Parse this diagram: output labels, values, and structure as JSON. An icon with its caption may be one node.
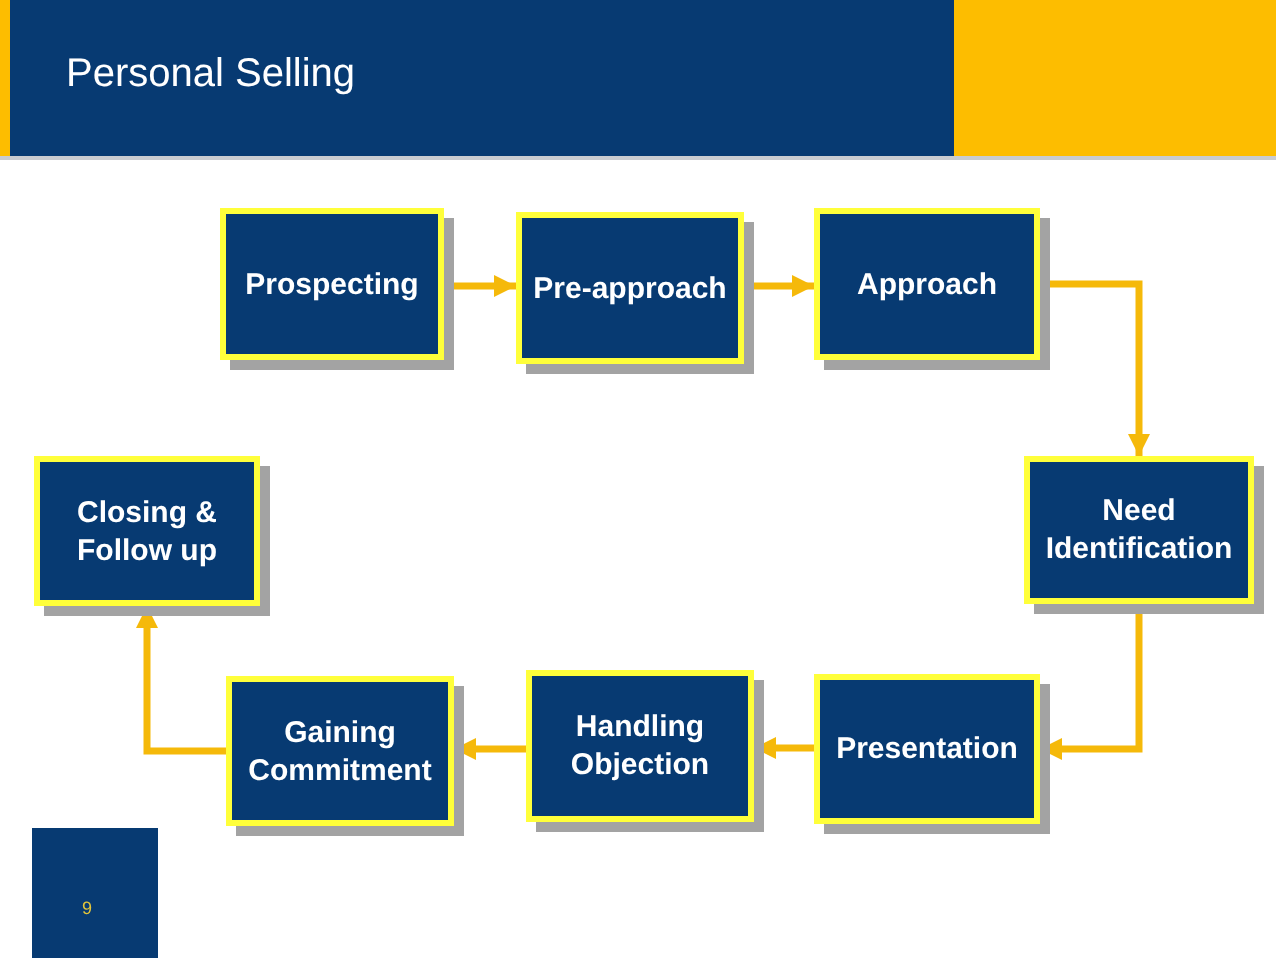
{
  "diagram": {
    "title": "Personal Selling",
    "nodes": [
      {
        "text": [
          "Prospecting"
        ]
      },
      {
        "text": [
          "Pre-approach"
        ]
      },
      {
        "text": [
          "Approach"
        ]
      },
      {
        "text": [
          "Need Identification"
        ]
      },
      {
        "text": [
          "Presentation"
        ]
      },
      {
        "text": [
          "Handling Objection"
        ]
      },
      {
        "text": [
          "Gaining Commitment"
        ]
      },
      {
        "text": [
          "Closing & Follow up"
        ]
      }
    ],
    "edges": [
      {
        "from": 0,
        "to": 1,
        "arrow": "to"
      },
      {
        "from": 1,
        "to": 2,
        "arrow": "to"
      },
      {
        "from": 2,
        "to": 3,
        "arrow": "to"
      },
      {
        "from": 3,
        "to": 4,
        "arrow": "to"
      },
      {
        "from": 4,
        "to": 5,
        "arrow": "to"
      },
      {
        "from": 5,
        "to": 6,
        "arrow": "to"
      },
      {
        "from": 6,
        "to": 7,
        "arrow": "to"
      }
    ],
    "labels": [
      "9"
    ]
  }
}
